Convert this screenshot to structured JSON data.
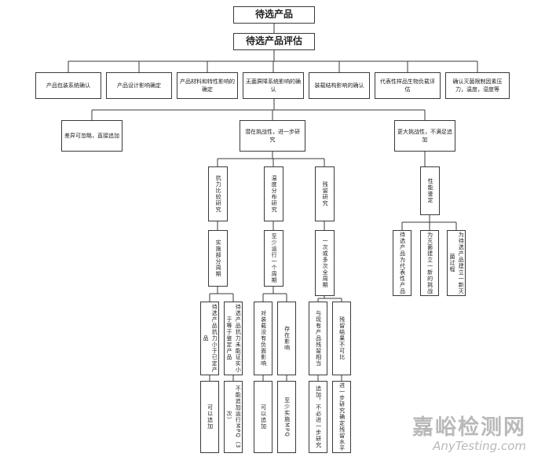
{
  "nodes": {
    "root": "待选产品",
    "eval": "待选产品评估",
    "f1": "产品包装系统确认",
    "f2": "产品设计影响确定",
    "f3": "产品材料和特性影响的确定",
    "f4": "无菌屏障系统影响的确认",
    "f5": "装载结构影响的确认",
    "f6": "代表性样品生物负载评估",
    "f7": "确认灭菌限制因素压力，温度，湿度等",
    "o1": "差异可忽略，直接追加",
    "o2": "潜在挑战性，进一步研究",
    "o3": "更大挑战性，不满足追加",
    "s1": "抗力比较研究",
    "s2": "温度分布研究",
    "s3": "残留研究",
    "s1a": "实施部分周期",
    "s2a": "至少运行一个周期",
    "s3a": "一次或多次全周期",
    "r1": "待选产品抗力小于已定产品",
    "r2": "待选产品抗力未能证实小于等于鉴定产品",
    "r3": "对装载没有负面影响",
    "r4": "存在影响",
    "r5": "与现有产品残留相当",
    "r6": "残留结果不可比",
    "e1": "可以追加",
    "e2": "不能追加运行MPQ（3次）",
    "e3": "可以追加",
    "e4": "至少实施MPQ",
    "e5": "追加，不必进一步研究",
    "e6": "进一步研究确定残留水平",
    "perf": "性能鉴定",
    "p1": "待选产品为代表性产品",
    "p2": "为灭菌建立一新的挑战",
    "p3": "为待选产品建立一新灭菌过程"
  },
  "watermark": {
    "cn": "嘉峪检测网",
    "en": "AnyTesting.com"
  }
}
